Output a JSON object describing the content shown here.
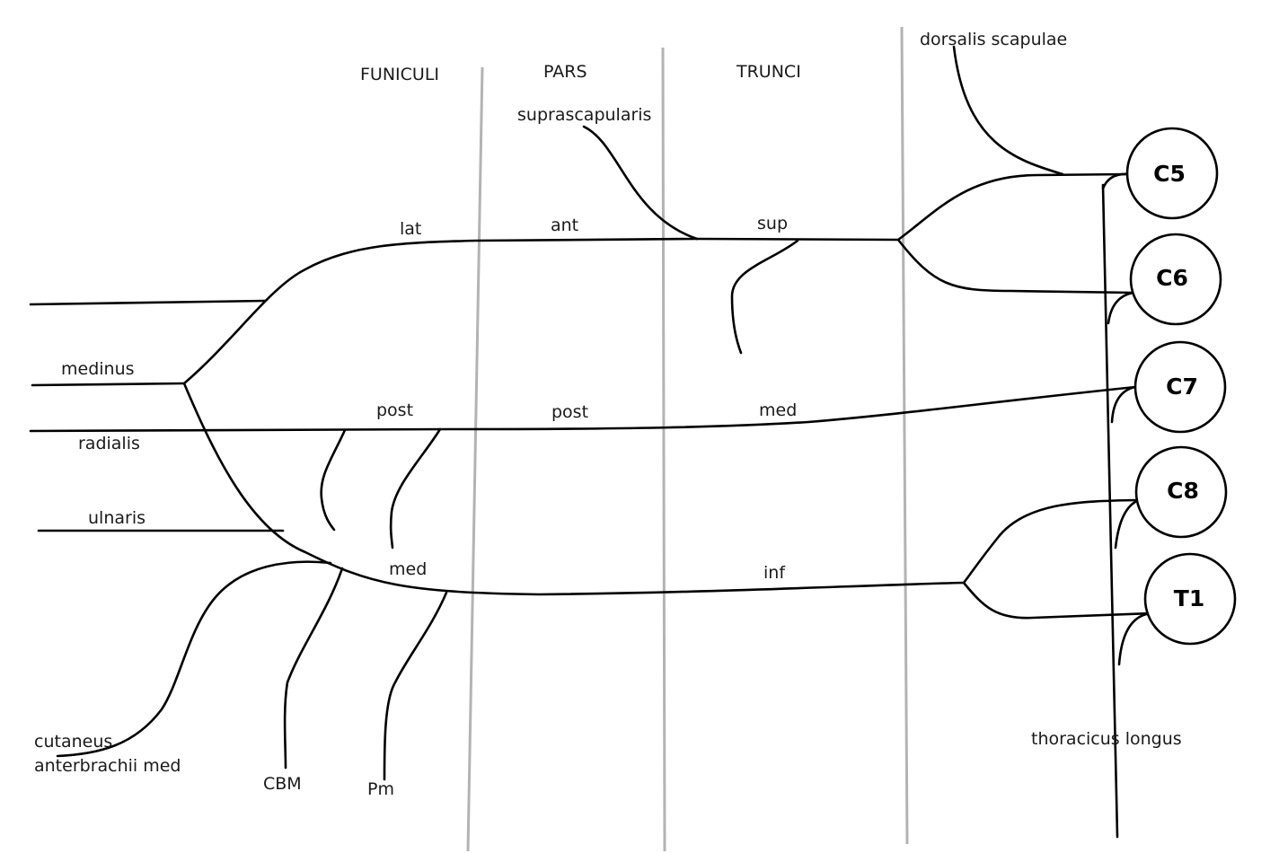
{
  "sections": {
    "funiculi": "FUNICULI",
    "pars": "PARS",
    "trunci": "TRUNCI"
  },
  "roots": [
    "C5",
    "C6",
    "C7",
    "C8",
    "T1"
  ],
  "segments": {
    "cord_lat": "lat",
    "part_ant": "ant",
    "trunk_sup": "sup",
    "cord_post": "post",
    "part_post": "post",
    "trunk_med": "med",
    "cord_med": "med",
    "trunk_inf": "inf"
  },
  "nerves": {
    "dorsalis_scapulae": "dorsalis scapulae",
    "suprascapularis": "suprascapularis",
    "medinus": "medinus",
    "radialis": "radialis",
    "ulnaris": "ulnaris",
    "cutaneus_line1": "cutaneus",
    "cutaneus_line2": "anterbrachii med",
    "cbm": "CBM",
    "pm": "Pm",
    "thoracicus_longus": "thoracicus longus"
  }
}
